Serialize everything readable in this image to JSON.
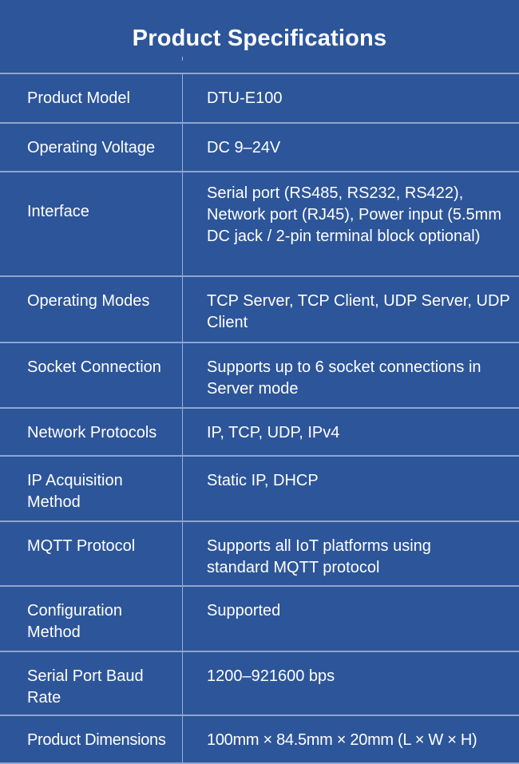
{
  "title": "Product Specifications",
  "rows": [
    {
      "label": "Product Model",
      "value": "DTU-E100"
    },
    {
      "label": "Operating Voltage",
      "value": "DC 9–24V"
    },
    {
      "label": "Interface",
      "value": "Serial port (RS485, RS232, RS422), Network port (RJ45), Power input (5.5mm DC jack / 2-pin terminal block optional)"
    },
    {
      "label": "Operating Modes",
      "value": "TCP Server, TCP Client, UDP Server, UDP Client"
    },
    {
      "label": "Socket Connection",
      "value": "Supports up to 6 socket connections in Server mode"
    },
    {
      "label": "Network Protocols",
      "value": "IP, TCP, UDP, IPv4"
    },
    {
      "label": "IP Acquisition Method",
      "value": "Static IP, DHCP"
    },
    {
      "label": "MQTT Protocol",
      "value": "Supports all IoT platforms using standard MQTT protocol"
    },
    {
      "label": "Configuration Method",
      "value": "Supported"
    },
    {
      "label": "Serial Port Baud Rate",
      "value": "1200–921600 bps"
    },
    {
      "label": "Product Dimensions",
      "value": "100mm × 84.5mm × 20mm (L × W × H)"
    }
  ]
}
